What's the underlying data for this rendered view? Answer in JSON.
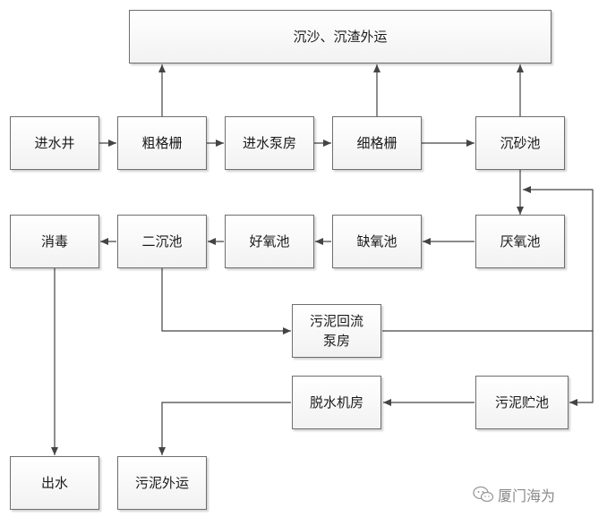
{
  "diagram": {
    "nodes": {
      "top": "沉沙、沉渣外运",
      "inlet_well": "进水井",
      "coarse_screen": "粗格栅",
      "pump_house": "进水泵房",
      "fine_screen": "细格栅",
      "grit_chamber": "沉砂池",
      "anaerobic": "厌氧池",
      "anoxic": "缺氧池",
      "aerobic": "好氧池",
      "secondary_clarifier": "二沉池",
      "disinfection": "消毒",
      "return_pump": "污泥回流泵房",
      "sludge_tank": "污泥贮池",
      "dewatering": "脱水机房",
      "effluent": "出水",
      "sludge_out": "污泥外运"
    }
  },
  "watermark": {
    "text": "厦门海为",
    "icon": "wechat-icon",
    "color": "#8a8a8a"
  },
  "colors": {
    "line": "#444444",
    "box_border": "#6e6e6e"
  }
}
